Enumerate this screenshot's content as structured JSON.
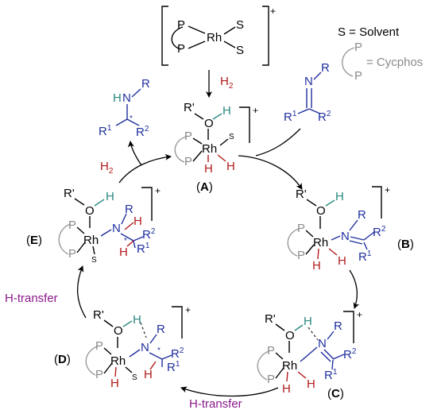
{
  "atoms": {
    "P": "P",
    "Rh": "Rh",
    "S": "S",
    "O": "O",
    "H": "H",
    "N": "N",
    "Rprime": "R'",
    "R": "R",
    "R1": "R",
    "R2": "R",
    "one": "1",
    "two": "2",
    "star": "*",
    "charge": "+"
  },
  "legend": {
    "solvent": "S = Solvent",
    "cycphos_P": "P",
    "cycphos": "= Cycphos"
  },
  "reagents": {
    "h2_top": "H",
    "h2_top_sub": "2",
    "h2_left": "H",
    "h2_left_sub": "2"
  },
  "intermediates": {
    "A": "A",
    "B": "B",
    "C": "C",
    "D": "D",
    "E": "E",
    "open": "(",
    "close": ")"
  },
  "steps": {
    "h_transfer_bottom": "H-transfer",
    "h_transfer_left": "H-transfer"
  },
  "colors": {
    "ligand": "#8a8a8a",
    "imine": "#1f2f9e",
    "hydride": "#b11a1a",
    "proton": "#2a8a80",
    "step": "#8a1a8a"
  }
}
